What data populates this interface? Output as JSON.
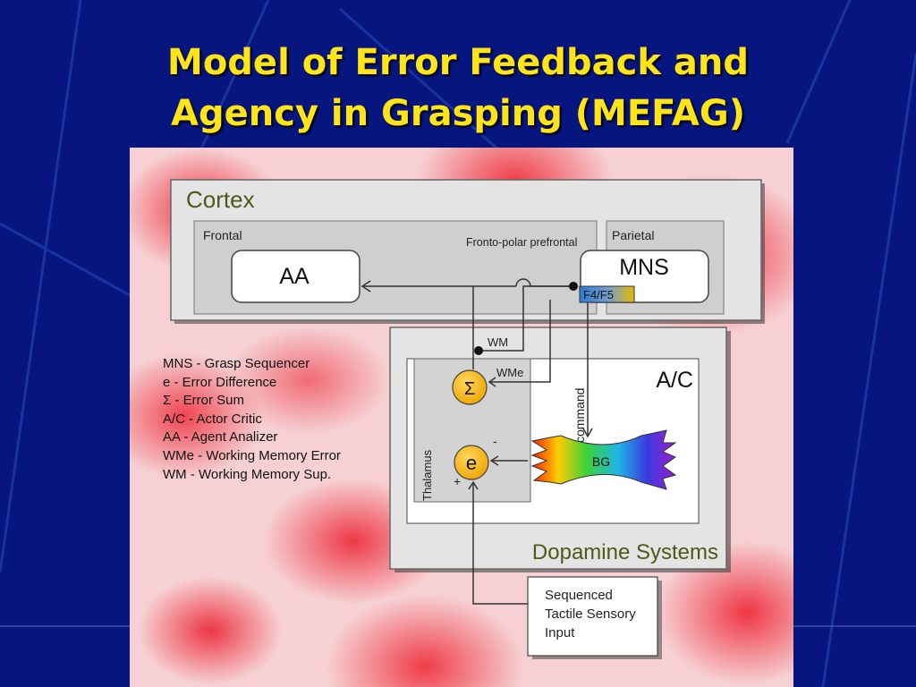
{
  "title": {
    "line1": "Model of Error Feedback and",
    "line2": "Agency in Grasping (MEFAG)"
  },
  "diagram": {
    "cortex_label": "Cortex",
    "frontal_label": "Frontal",
    "fronto_polar_label": "Fronto-polar prefrontal",
    "parietal_label": "Parietal",
    "aa_label": "AA",
    "mns_label": "MNS",
    "f4f5_label": "F4/F5",
    "wm_label": "WM",
    "wme_label": "WMe",
    "sum_label": "Σ",
    "e_label": "e",
    "minus_label": "-",
    "plus_label": "+",
    "thalamus_label": "Thalamus",
    "command_label": "command",
    "ac_label": "A/C",
    "bg_label": "BG",
    "dopamine_label": "Dopamine Systems",
    "sensory_line1": "Sequenced",
    "sensory_line2": "Tactile Sensory",
    "sensory_line3": "Input"
  },
  "legend": [
    "MNS - Grasp Sequencer",
    "e - Error Difference",
    "Σ - Error Sum",
    "A/C - Actor Critic",
    "AA - Agent Analizer",
    "WMe - Working Memory Error",
    "WM - Working Memory Sup."
  ]
}
